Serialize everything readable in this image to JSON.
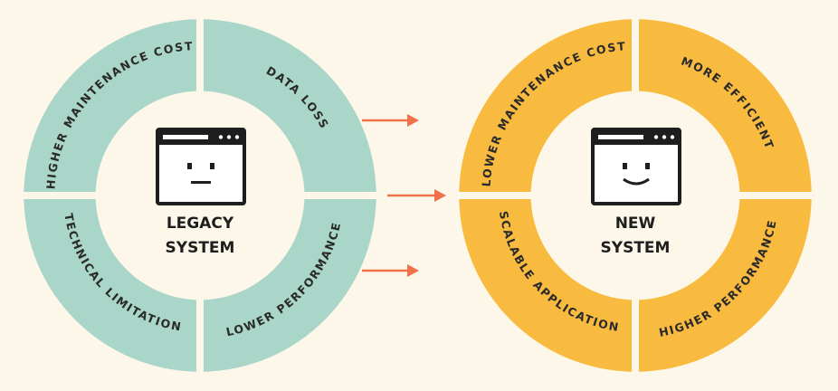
{
  "colors": {
    "background": "#fdf7ea",
    "legacy_ring": "#a9d6c8",
    "new_ring": "#f8bb3f",
    "arrow": "#f0714b",
    "outline": "#1e1e1e"
  },
  "legacy": {
    "title_line1": "LEGACY",
    "title_line2": "SYSTEM",
    "icon": "sad-window-icon",
    "segments": {
      "top_left": "HIGHER MAINTENANCE COST",
      "top_right": "DATA LOSS",
      "bottom_left": "TECHNICAL LIMITATION",
      "bottom_right": "LOWER PERFORMANCE"
    }
  },
  "new": {
    "title_line1": "NEW",
    "title_line2": "SYSTEM",
    "icon": "smiling-window-icon",
    "segments": {
      "top_left": "LOWER MAINTENANCE COST",
      "top_right": "MORE EFFICIENT",
      "bottom_left": "SCALABLE APPLICATION",
      "bottom_right": "HIGHER PERFORMANCE"
    }
  },
  "arrows": [
    "arrow-right-icon",
    "arrow-right-icon",
    "arrow-right-icon"
  ]
}
